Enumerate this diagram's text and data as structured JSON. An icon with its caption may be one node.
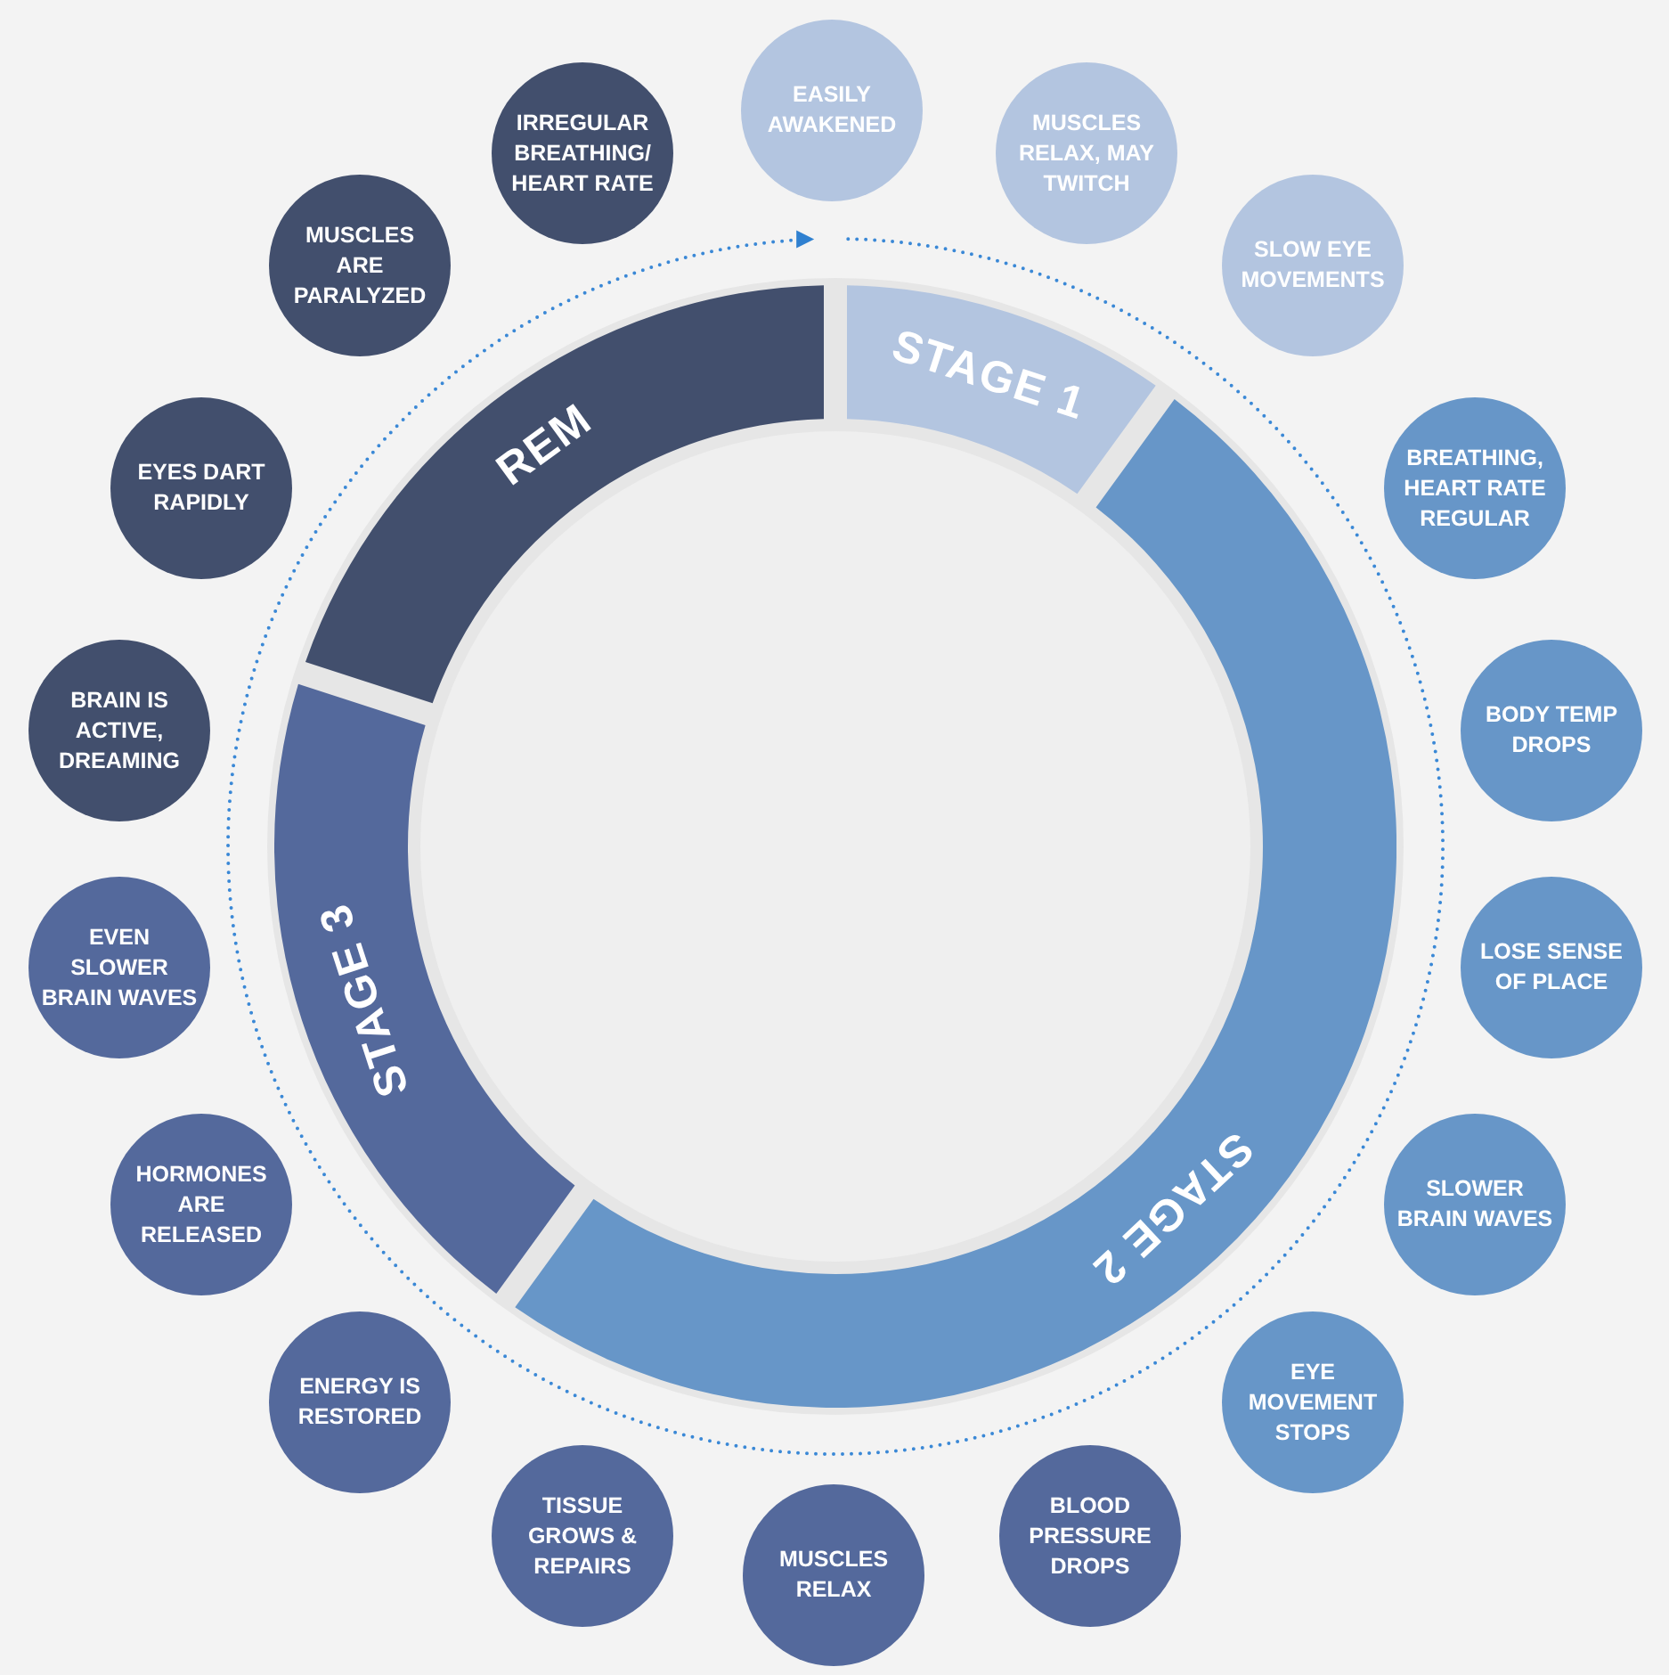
{
  "diagram": {
    "nodes": [
      {
        "text": [
          "STAGE 1"
        ]
      },
      {
        "text": [
          "STAGE 2"
        ]
      },
      {
        "text": [
          "STAGE 3"
        ]
      },
      {
        "text": [
          "REM"
        ]
      },
      {
        "text": [
          "EASILY AWAKENED"
        ]
      },
      {
        "text": [
          "MUSCLES RELAX, MAY TWITCH"
        ]
      },
      {
        "text": [
          "SLOW EYE MOVEMENTS"
        ]
      },
      {
        "text": [
          "BREATHING, HEART RATE REGULAR"
        ]
      },
      {
        "text": [
          "BODY TEMP DROPS"
        ]
      },
      {
        "text": [
          "LOSE SENSE OF PLACE"
        ]
      },
      {
        "text": [
          "SLOWER BRAIN WAVES"
        ]
      },
      {
        "text": [
          "EYE MOVEMENT STOPS"
        ]
      },
      {
        "text": [
          "BLOOD PRESSURE DROPS"
        ]
      },
      {
        "text": [
          "MUSCLES RELAX"
        ]
      },
      {
        "text": [
          "TISSUE GROWS & REPAIRS"
        ]
      },
      {
        "text": [
          "ENERGY IS RESTORED"
        ]
      },
      {
        "text": [
          "HORMONES ARE RELEASED"
        ]
      },
      {
        "text": [
          "EVEN SLOWER BRAIN WAVES"
        ]
      },
      {
        "text": [
          "BRAIN IS ACTIVE, DREAMING"
        ]
      },
      {
        "text": [
          "EYES DART RAPIDLY"
        ]
      },
      {
        "text": [
          "MUSCLES ARE PARALYZED"
        ]
      },
      {
        "text": [
          "IRREGULAR BREATHING/ HEART RATE"
        ]
      }
    ]
  }
}
